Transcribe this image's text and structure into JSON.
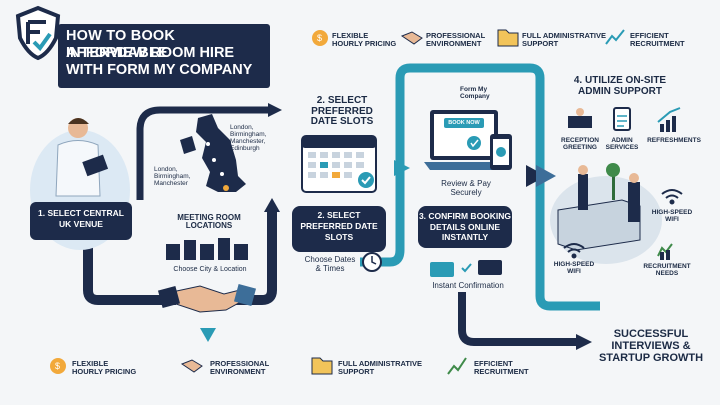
{
  "logo": {
    "icon": "fmc-shield-logo"
  },
  "title": {
    "lines": [
      "HOW TO BOOK AFFORDABLE",
      "INTERVIEW ROOM HIRE",
      "WITH FORM MY COMPANY"
    ]
  },
  "benefits_top": [
    {
      "icon": "money-bag-icon",
      "lines": [
        "FLEXIBLE",
        "HOURLY PRICING"
      ]
    },
    {
      "icon": "handshake-icon",
      "lines": [
        "PROFESSIONAL",
        "ENVIRONMENT"
      ]
    },
    {
      "icon": "folder-icon",
      "lines": [
        "FULL ADMINISTRATIVE",
        "SUPPORT"
      ]
    },
    {
      "icon": "growth-chart-icon",
      "lines": [
        "EFFICIENT",
        "RECRUITMENT"
      ]
    }
  ],
  "benefits_bottom": [
    {
      "icon": "money-bag-icon",
      "lines": [
        "FLEXIBLE",
        "HOURLY PRICING"
      ]
    },
    {
      "icon": "handshake-icon",
      "lines": [
        "PROFESSIONAL",
        "ENVIRONMENT"
      ]
    },
    {
      "icon": "folder-icon",
      "lines": [
        "FULL ADMINISTRATIVE",
        "SUPPORT"
      ]
    },
    {
      "icon": "growth-chart-icon",
      "lines": [
        "EFFICIENT",
        "RECRUITMENT"
      ]
    }
  ],
  "step1": {
    "label_lines": [
      "1. SELECT CENTRAL",
      "UK VENUE"
    ]
  },
  "map": {
    "cities_north": [
      "London,",
      "Birmingham,",
      "Manchester,",
      "Edinburgh"
    ],
    "cities_west": [
      "London,",
      "Birmingham,",
      "Manchester"
    ],
    "locations_lines": [
      "MEETING ROOM",
      "LOCATIONS"
    ],
    "choose_city": "Choose City & Location"
  },
  "step2_header": {
    "lines": [
      "2. SELECT PREFERRED",
      "DATE SLOTS"
    ]
  },
  "step2_pill": {
    "lines": [
      "2. SELECT",
      "PREFERRED DATE",
      "SLOTS"
    ]
  },
  "choose_dates": {
    "lines": [
      "Choose Dates",
      "& Times"
    ]
  },
  "brand": {
    "lines": [
      "Form My",
      "Company"
    ]
  },
  "laptop": {
    "button": "BOOK NOW"
  },
  "review_pay": {
    "lines": [
      "Review & Pay",
      "Securely"
    ]
  },
  "step3": {
    "lines": [
      "3. CONFIRM BOOKING",
      "DETAILS ONLINE",
      "INSTANTLY"
    ]
  },
  "instant": "Instant Confirmation",
  "step4": {
    "lines": [
      "4. UTILIZE ON-SITE",
      "ADMIN SUPPORT"
    ]
  },
  "services": {
    "reception": [
      "RECEPTION",
      "GREETING"
    ],
    "admin": [
      "ADMIN",
      "SERVICES"
    ],
    "refreshments": [
      "REFRESHMENTS"
    ],
    "wifi_right": [
      "HIGH-SPEED",
      "WIFI"
    ],
    "wifi_left": [
      "HIGH-SPEED",
      "WIFI"
    ],
    "recruitment": [
      "RECRUITMENT",
      "NEEDS"
    ]
  },
  "success": {
    "lines": [
      "SUCCESSFUL",
      "INTERVIEWS &",
      "STARTUP GROWTH"
    ]
  },
  "colors": {
    "navy": "#1d2b4a",
    "teal": "#2a9bb5",
    "steel": "#3d6e99"
  }
}
